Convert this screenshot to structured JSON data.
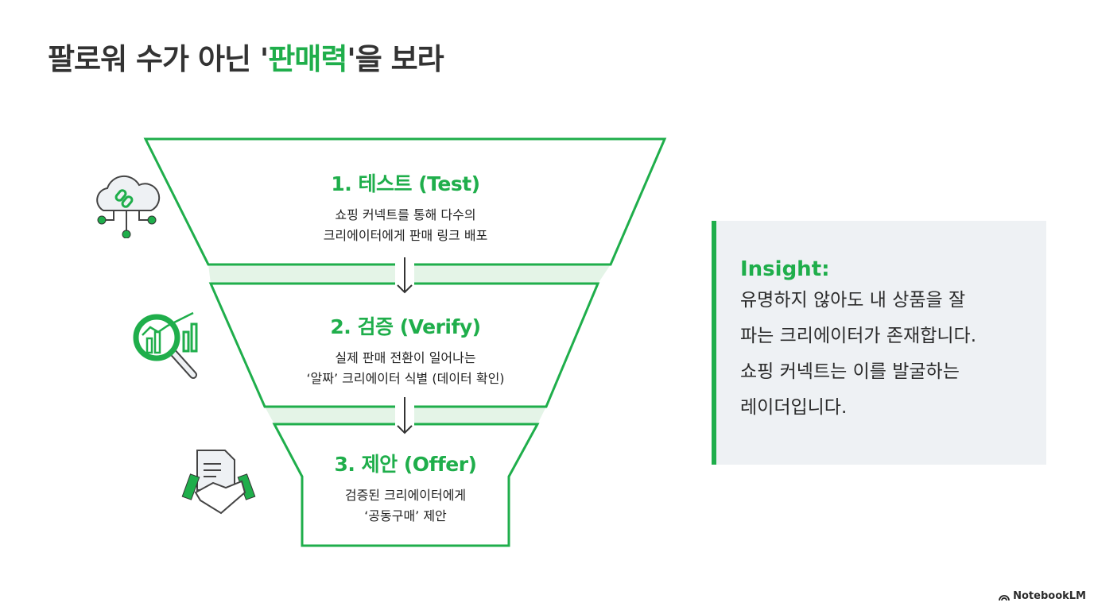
{
  "title": {
    "prefix": "팔로워 수가 아닌 '",
    "highlight": "판매력",
    "suffix": "'을 보라"
  },
  "stages": [
    {
      "heading": "1. 테스트 (Test)",
      "lines": [
        "쇼핑 커넥트를 통해 다수의",
        "크리에이터에게 판매 링크 배포"
      ],
      "icon": "cloud-link-icon"
    },
    {
      "heading": "2. 검증 (Verify)",
      "lines": [
        "실제 판매 전환이 일어나는",
        "‘알짜’ 크리에이터 식별 (데이터 확인)"
      ],
      "icon": "analytics-magnifier-icon"
    },
    {
      "heading": "3. 제안 (Offer)",
      "lines": [
        "검증된 크리에이터에게",
        "‘공동구매’ 제안"
      ],
      "icon": "handshake-document-icon"
    }
  ],
  "insight": {
    "heading": "Insight:",
    "lines": [
      "유명하지 않아도 내 상품을 잘",
      "파는 크리에이터가 존재합니다.",
      "쇼핑 커넥트는 이를 발굴하는",
      "레이더입니다."
    ]
  },
  "brand": "NotebookLM",
  "colors": {
    "accent": "#1fae4b",
    "band": "#e4f4e7",
    "panel": "#eef1f4"
  }
}
